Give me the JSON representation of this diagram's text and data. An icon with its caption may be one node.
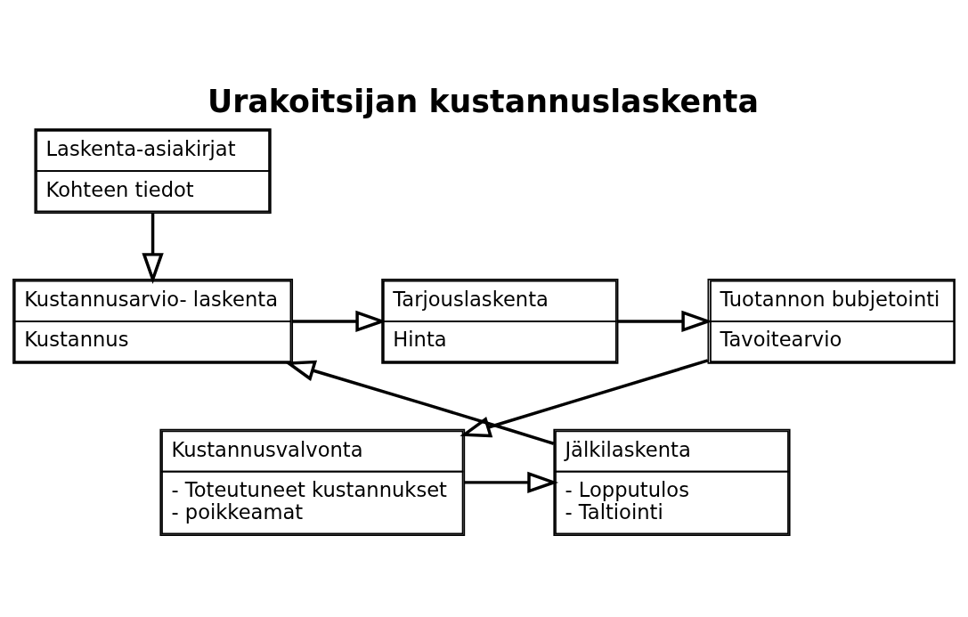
{
  "diagram": {
    "title": "Urakoitsijan kustannuslaskenta",
    "nodes": [
      {
        "text": [
          "Laskenta-asiakirjat",
          "Kohteen tiedot"
        ]
      },
      {
        "text": [
          "Kustannusarvio- laskenta",
          "Kustannus"
        ]
      },
      {
        "text": [
          "Tarjouslaskenta",
          "Hinta"
        ]
      },
      {
        "text": [
          "Tuotannon bubjetointi",
          "Tavoitearvio"
        ]
      },
      {
        "text": [
          "Kustannusvalvonta",
          "- Toteutuneet kustannukset",
          "- poikkeamat"
        ]
      },
      {
        "text": [
          "Jälkilaskenta",
          "- Lopputulos",
          "- Taltiointi"
        ]
      }
    ],
    "edges": [
      {
        "from": 0,
        "to": 1,
        "arrow": "to"
      },
      {
        "from": 1,
        "to": 2,
        "arrow": "to"
      },
      {
        "from": 2,
        "to": 3,
        "arrow": "to"
      },
      {
        "from": 3,
        "to": 4,
        "arrow": "to"
      },
      {
        "from": 4,
        "to": 5,
        "arrow": "to"
      },
      {
        "from": 5,
        "to": 1,
        "arrow": "to"
      }
    ]
  }
}
